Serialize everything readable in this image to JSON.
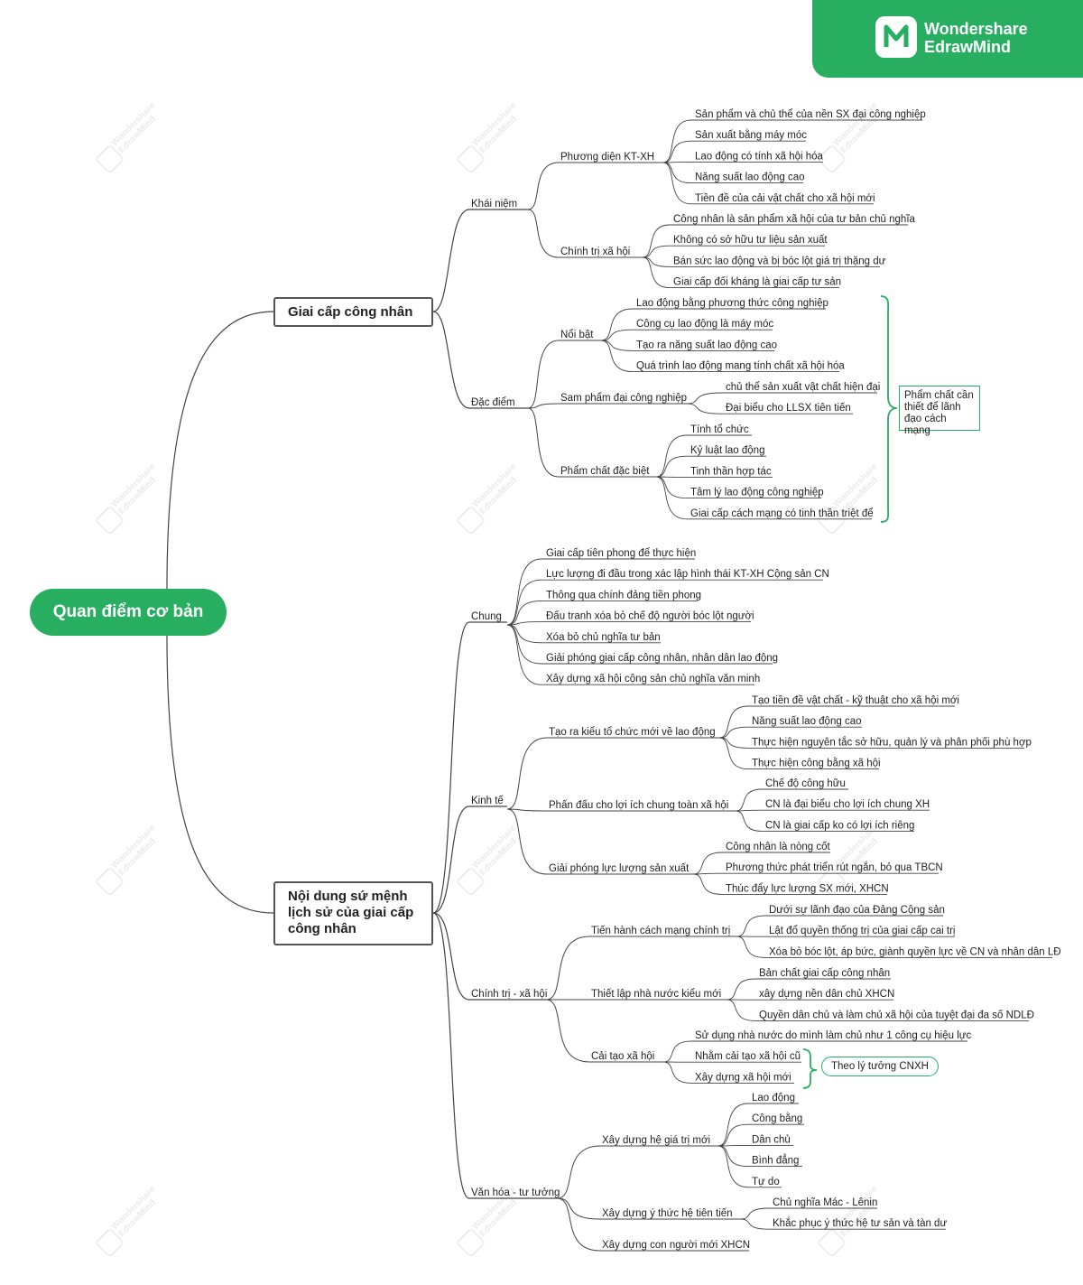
{
  "brand": {
    "line1": "Wondershare",
    "line2": "EdrawMind",
    "watermark_line1": "Wondershare",
    "watermark_line2": "EdrawMind",
    "color": "#27ae60"
  },
  "root": "Quan điểm cơ bản",
  "main_topics": {
    "gccn": "Giai cấp công nhân",
    "nd": "Nội dung sứ mệnh lịch sử của giai cấp công nhân"
  },
  "notes": {
    "pham_chat": "Phẩm chất cần thiết để lãnh đạo cách mạng",
    "ly_tuong": "Theo lý tưởng CNXH"
  },
  "nodes": {
    "khai_niem": {
      "label": "Khái niệm",
      "kt_xh": {
        "label": "Phương diện KT-XH",
        "items": [
          "Sản phẩm và chủ thể của nền SX đại công nghiệp",
          "Sản xuất bằng máy móc",
          "Lao động có tính xã hội hóa",
          "Năng suất lao động cao",
          "Tiền đề của cải vật chất cho xã hội mới"
        ]
      },
      "ct_xh": {
        "label": "Chính trị xã hội",
        "items": [
          "Công nhân là sản phẩm xã hội của tư bản chủ nghĩa",
          "Không có sở hữu tư liệu sản xuất",
          "Bán sức lao động và bị bóc lột giá trị thặng dư",
          "Giai cấp đối kháng là giai cấp tư sản"
        ]
      }
    },
    "dac_diem": {
      "label": "Đặc điểm",
      "noi_bat": {
        "label": "Nổi bật",
        "items": [
          "Lao động bằng phương thức công nghiệp",
          "Công cụ lao động là máy móc",
          "Tạo ra năng suất lao động cao",
          "Quá trình lao động mang tính chất xã hội hóa"
        ]
      },
      "san_pham": {
        "label": "Sam phẩm đại công nghiệp",
        "items": [
          "chủ thể sản xuất vật chất hiện đại",
          "Đại biểu cho LLSX tiên tiến"
        ]
      },
      "pham_chat": {
        "label": "Phẩm chất đặc biệt",
        "items": [
          "Tính tổ chức",
          "Kỷ luật lao động",
          "Tinh thần hợp tác",
          "Tâm lý lao động công nghiệp",
          "Giai cấp cách mạng có tinh thần triệt để"
        ]
      }
    },
    "chung": {
      "label": "Chung",
      "items": [
        "Giai cấp tiên phong để thực hiện",
        "Lực lượng đi đầu trong xác lập hình thái KT-XH Cộng sản CN",
        "Thông qua chính đảng tiền phong",
        "Đấu tranh xóa bỏ chế độ người bóc lột người",
        "Xóa bỏ chủ nghĩa tư bản",
        "Giải phóng giai cấp công nhân, nhân dân lao động",
        "Xây dựng xã hội cộng sản chủ nghĩa văn minh"
      ]
    },
    "kinh_te": {
      "label": "Kinh tế",
      "to_chuc": {
        "label": "Tạo ra kiểu tổ chức mới về lao động",
        "items": [
          "Tạo tiền đề vật chất - kỹ thuật cho xã hội mới",
          "Năng suất lao động cao",
          "Thực hiện nguyên tắc sở hữu, quản lý và phân phối phù hợp",
          "Thực hiện công bằng xã hội"
        ]
      },
      "phan_dau": {
        "label": "Phấn đấu cho lợi ích chung toàn xã hội",
        "items": [
          "Chế độ công hữu",
          "CN là đại biểu cho lợi ích chung XH",
          "CN là giai cấp ko có lợi ích riêng"
        ]
      },
      "giai_phong": {
        "label": "Giải phóng lực lượng sản xuất",
        "items": [
          "Công nhân là nòng cốt",
          "Phương thức phát triển rút ngắn, bỏ qua TBCN",
          "Thúc đẩy lực lượng SX mới, XHCN"
        ]
      }
    },
    "chinh_tri": {
      "label": "Chính trị - xã hội",
      "cach_mang": {
        "label": "Tiến hành cách mạng chính trị",
        "items": [
          "Dưới sự lãnh đạo của Đảng Cộng sản",
          "Lật đổ quyền thống trị của giai cấp cai trị",
          "Xóa bỏ bóc lột, áp bức, giành quyền lực về CN và nhân dân LĐ"
        ]
      },
      "nha_nuoc": {
        "label": "Thiết lập nhà nước kiểu mới",
        "items": [
          "Bản chất giai cấp công nhân",
          "xây dựng nền dân chủ XHCN",
          "Quyền dân chủ và làm chủ xã hội của tuyệt đại đa số NDLĐ"
        ]
      },
      "cai_tao": {
        "label": "Cải tạo xã hội",
        "items": [
          "Sử dụng nhà nước do mình làm chủ như 1 công cụ hiệu lực",
          "Nhằm cải tạo xã hội cũ",
          "Xây dựng xã hội mới"
        ]
      }
    },
    "van_hoa": {
      "label": "Văn hóa - tư tưởng",
      "gia_tri": {
        "label": "Xây dựng hệ giá trị mới",
        "items": [
          "Lao động",
          "Công bằng",
          "Dân chủ",
          "Bình đẳng",
          "Tự do"
        ]
      },
      "y_thuc": {
        "label": "Xây dựng ý thức hệ tiên tiến",
        "items": [
          "Chủ nghĩa Mác - Lênin",
          "Khắc phục ý thức hệ tư sản và tàn dư"
        ]
      },
      "con_nguoi": {
        "label": "Xây dựng con người mới XHCN"
      }
    }
  }
}
